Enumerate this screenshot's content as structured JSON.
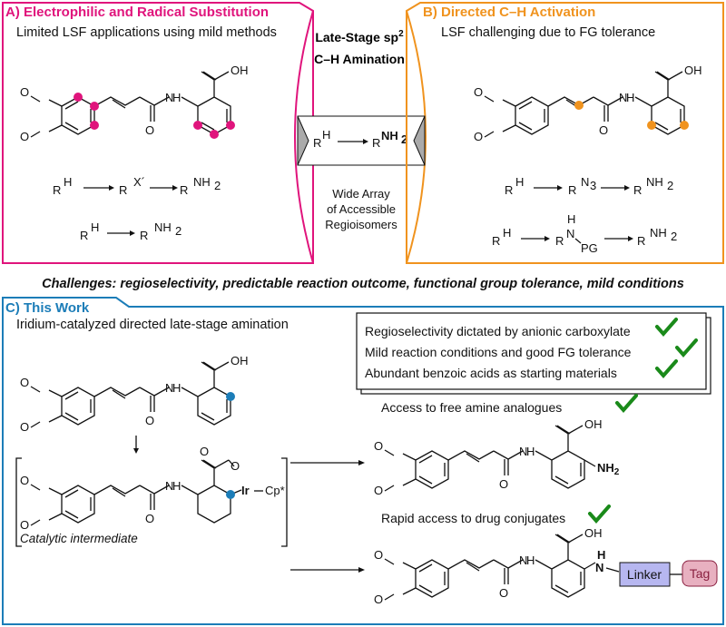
{
  "colors": {
    "magenta": "#e0147c",
    "orange": "#f0931e",
    "blue": "#1c7db8",
    "green": "#1a8a1a",
    "iridium": "#e08a10",
    "linker_fill": "#b7b7f0",
    "tag_fill": "#e8b0c0"
  },
  "panel_a": {
    "title": "A) Electrophilic and Radical Substitution",
    "subtitle": "Limited LSF applications using mild methods",
    "scheme1": {
      "r1": "R",
      "h": "H",
      "r2": "R",
      "x": "X´",
      "r3": "R",
      "nh2": "NH",
      "sub2": "2"
    },
    "scheme2": {
      "r1": "R",
      "h": "H",
      "r2": "R",
      "nh2": "NH",
      "sub2": "2"
    }
  },
  "panel_center": {
    "title_line1": "Late-Stage sp",
    "title_sup": "2",
    "title_line2": "C–H Amination",
    "r1": "R",
    "h": "H",
    "r2": "R",
    "nh2": "NH",
    "sub2": "2",
    "caption": [
      "Wide Array",
      "of Accessible",
      "Regioisomers"
    ]
  },
  "panel_b": {
    "title": "B) Directed C–H Activation",
    "subtitle": "LSF challenging due to FG tolerance",
    "scheme1": {
      "r1": "R",
      "h": "H",
      "r2": "R",
      "n3": "N",
      "sub3": "3",
      "r3": "R",
      "nh2": "NH",
      "sub2": "2"
    },
    "scheme2": {
      "r1": "R",
      "h": "H",
      "r2": "R",
      "n": "N",
      "nh": "H",
      "pg": "PG",
      "r3": "R",
      "nh2": "NH",
      "sub2": "2"
    }
  },
  "challenges": "Challenges: regioselectivity, predictable reaction outcome, functional group tolerance, mild conditions",
  "panel_c": {
    "title": "C) This Work",
    "subtitle": "Iridium-catalyzed directed late-stage amination",
    "benefits": [
      "Regioselectivity dictated by anionic carboxylate",
      "Mild reaction conditions and good FG tolerance",
      "Abundant benzoic acids as starting materials"
    ],
    "access_free_amine": "Access to free amine analogues",
    "rapid_access": "Rapid access to drug conjugates",
    "catalytic_intermediate": "Catalytic intermediate",
    "ir": "Ir",
    "cp": "Cp*",
    "linker": "Linker",
    "tag": "Tag"
  },
  "molecule_labels": {
    "oh": "OH",
    "nh": "H",
    "n": "N",
    "o": "O",
    "nh2": "NH",
    "sub2": "2"
  }
}
